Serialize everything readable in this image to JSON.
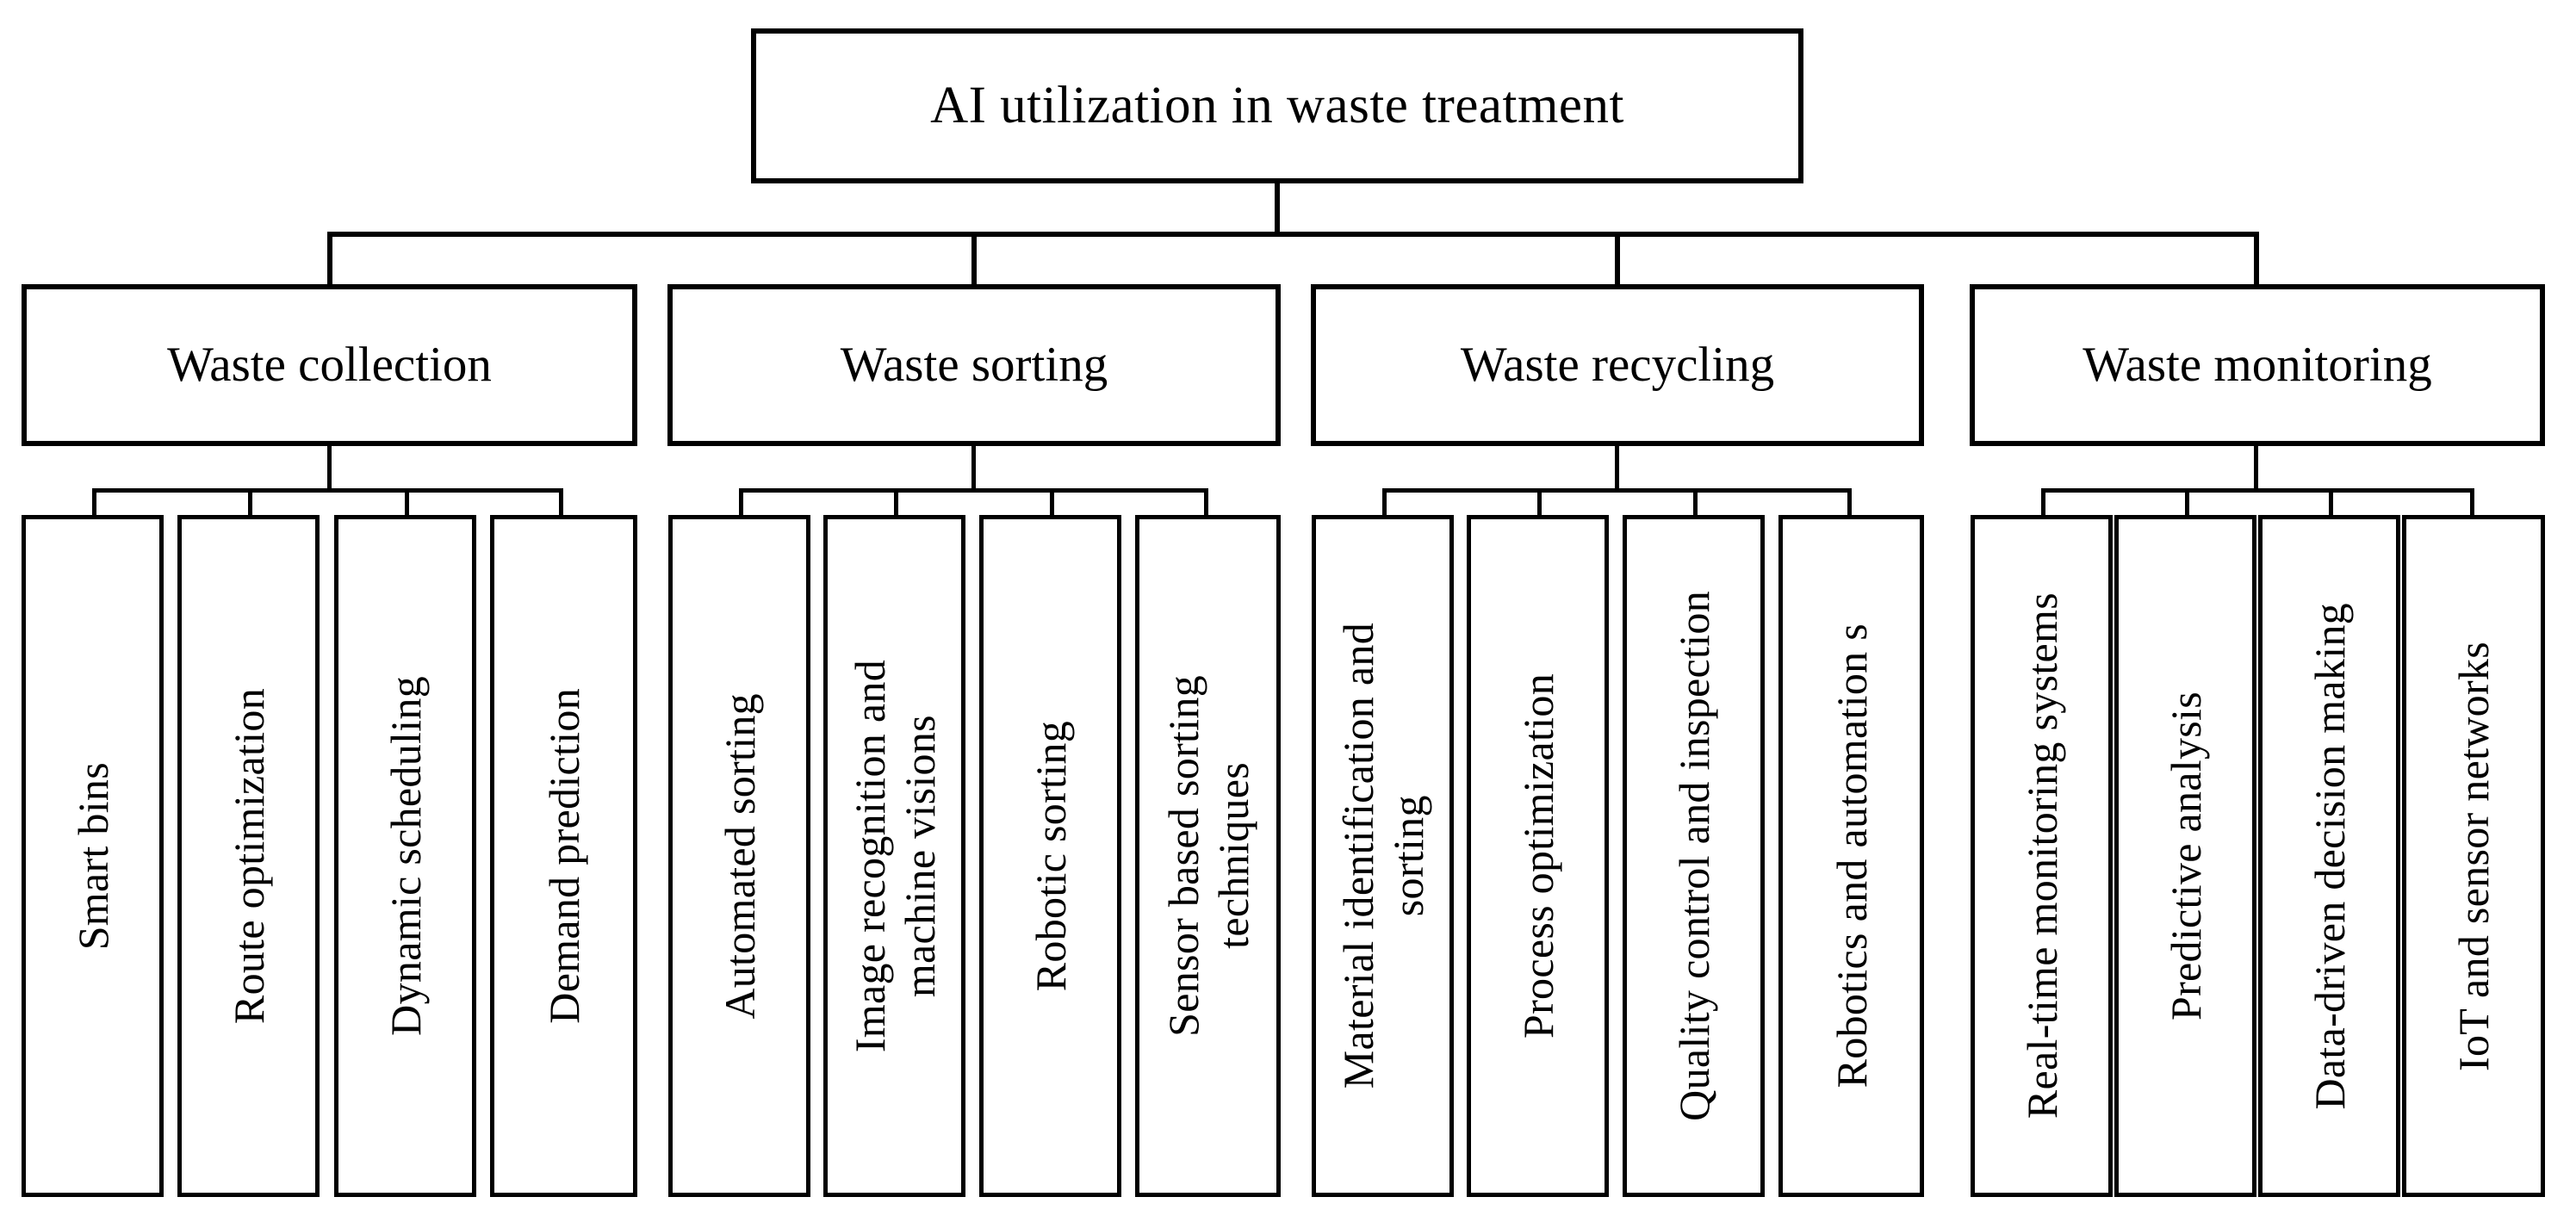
{
  "diagram": {
    "title": "AI utilization in waste treatment",
    "type": "hierarchy-tree",
    "orientation": "top-down",
    "levels": 3,
    "root": {
      "label": "AI utilization in waste treatment"
    },
    "categories": [
      {
        "label": "Waste collection",
        "leaves": [
          {
            "label": "Smart bins"
          },
          {
            "label": "Route optimization"
          },
          {
            "label": "Dynamic scheduling"
          },
          {
            "label": "Demand prediction"
          }
        ]
      },
      {
        "label": "Waste sorting",
        "leaves": [
          {
            "label": "Automated sorting"
          },
          {
            "label": "Image recognition and\nmachine visions"
          },
          {
            "label": "Robotic sorting"
          },
          {
            "label": "Sensor based sorting\ntechniques"
          }
        ]
      },
      {
        "label": "Waste recycling",
        "leaves": [
          {
            "label": "Material identification and\nsorting"
          },
          {
            "label": "Process optimization"
          },
          {
            "label": "Quality control and inspection"
          },
          {
            "label": "Robotics and automation s"
          }
        ]
      },
      {
        "label": "Waste monitoring",
        "leaves": [
          {
            "label": "Real-time monitoring systems"
          },
          {
            "label": "Predictive analysis"
          },
          {
            "label": "Data-driven decision making"
          },
          {
            "label": "IoT and sensor networks"
          }
        ]
      }
    ],
    "style": {
      "background_color": "#ffffff",
      "line_color": "#000000",
      "box_fill": "#ffffff",
      "text_color": "#000000"
    }
  }
}
